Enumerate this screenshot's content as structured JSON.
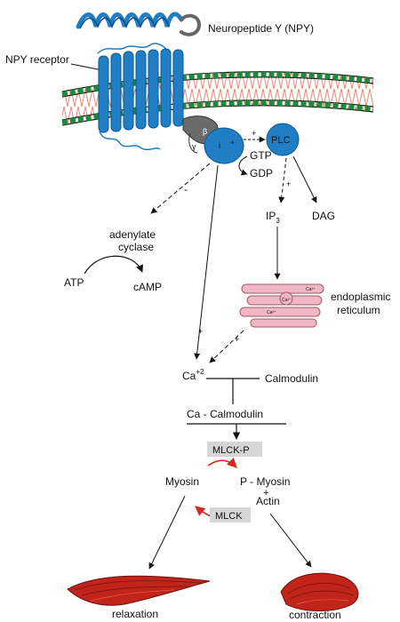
{
  "labels": {
    "npy": "Neuropeptide Y (NPY)",
    "npy_receptor": "NPY receptor",
    "beta": "β",
    "gamma": "γ",
    "alpha_i": "i",
    "plc": "PLC",
    "gtp": "GTP",
    "gdp": "GDP",
    "ip3": "IP",
    "ip3_sub": "3",
    "dag": "DAG",
    "adenylate": "adenylate",
    "cyclase": "cyclase",
    "atp": "ATP",
    "camp": "cAMP",
    "er_line1": "endoplasmic",
    "er_line2": "reticulum",
    "er_ca": "Ca²⁺",
    "ca": "Ca",
    "ca_sup": "+2",
    "calmodulin": "Calmodulin",
    "ca_calmodulin": "Ca - Calmodulin",
    "mlck_p": "MLCK-P",
    "mlck": "MLCK",
    "myosin": "Myosin",
    "p_myosin": "P - Myosin",
    "plus": "+",
    "actin": "Actin",
    "relaxation": "relaxation",
    "contraction": "contraction",
    "sign_plus": "+",
    "sign_minus": "-"
  },
  "colors": {
    "receptor": "#1f7ec4",
    "membrane_bead": "#1e8a3c",
    "membrane_lipid": "#e58a78",
    "er": "#f2b7c4",
    "box": "#d6d6d6",
    "red_arrow": "#d22a1e",
    "muscle": "#c0241a"
  }
}
